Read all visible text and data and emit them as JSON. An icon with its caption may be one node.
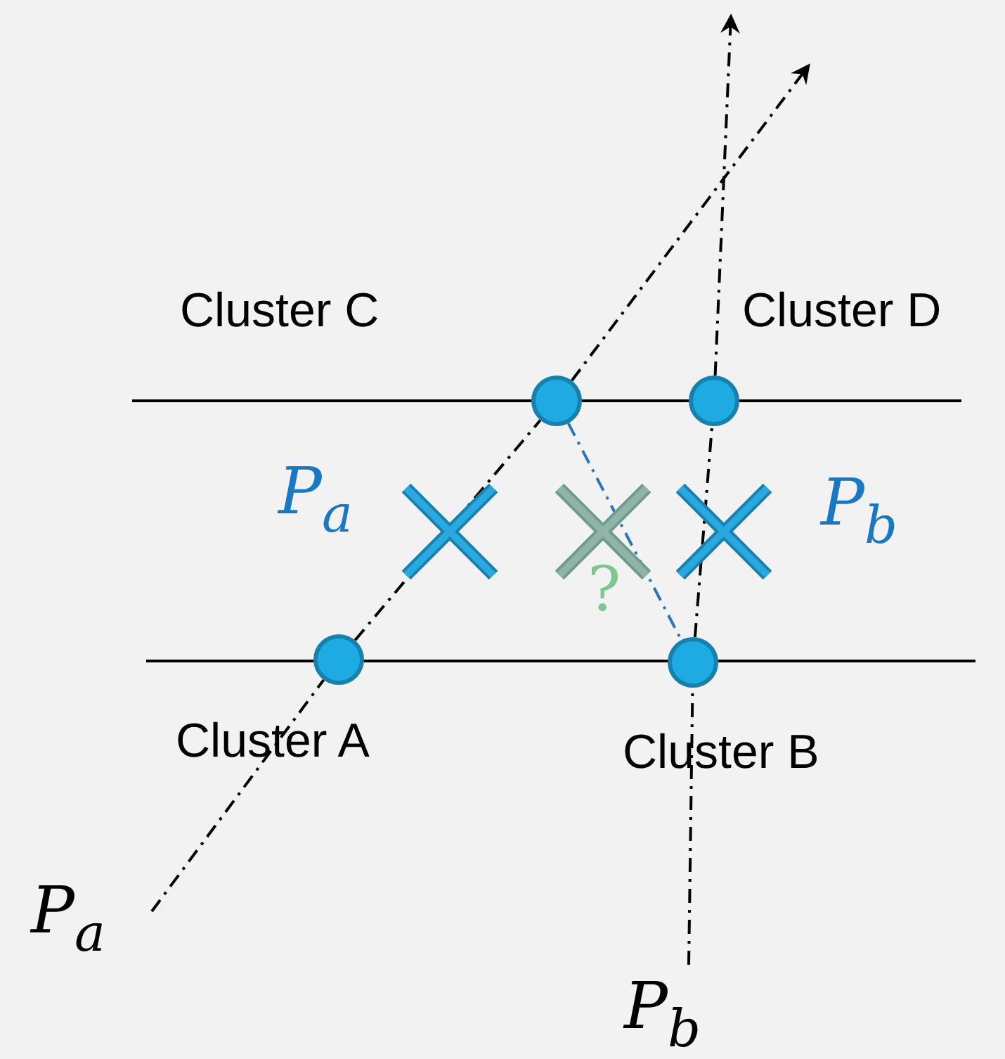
{
  "diagram": {
    "nodes": [
      {
        "text": [],
        "shape": "circle",
        "beside": [
          "Cluster C"
        ]
      },
      {
        "text": [],
        "shape": "circle",
        "beside": [
          "Cluster D"
        ]
      },
      {
        "text": [],
        "shape": "circle",
        "beside": [
          "Cluster A"
        ]
      },
      {
        "text": [],
        "shape": "circle",
        "beside": [
          "Cluster B"
        ]
      },
      {
        "text": [
          "P$_{a}$"
        ]
      },
      {
        "text": [
          "P$_{b}$"
        ]
      }
    ],
    "edges": [
      {
        "from": 4,
        "to": 2,
        "arrow": "none",
        "style": "dashed"
      },
      {
        "from": 2,
        "to": 0,
        "arrow": "none",
        "style": "dashed"
      },
      {
        "from": 0,
        "to": null,
        "arrow": "to",
        "style": "dashed"
      },
      {
        "from": 5,
        "to": 3,
        "arrow": "none",
        "style": "dashed"
      },
      {
        "from": 3,
        "to": 1,
        "arrow": "none",
        "style": "dashed"
      },
      {
        "from": 1,
        "to": null,
        "arrow": "to",
        "style": "dashed"
      },
      {
        "from": 0,
        "to": 3,
        "arrow": "none",
        "style": "dashed",
        "color": "#2e75b6"
      }
    ],
    "labels": [
      "P$_{a}$",
      "?",
      "P$_{b}$"
    ]
  }
}
